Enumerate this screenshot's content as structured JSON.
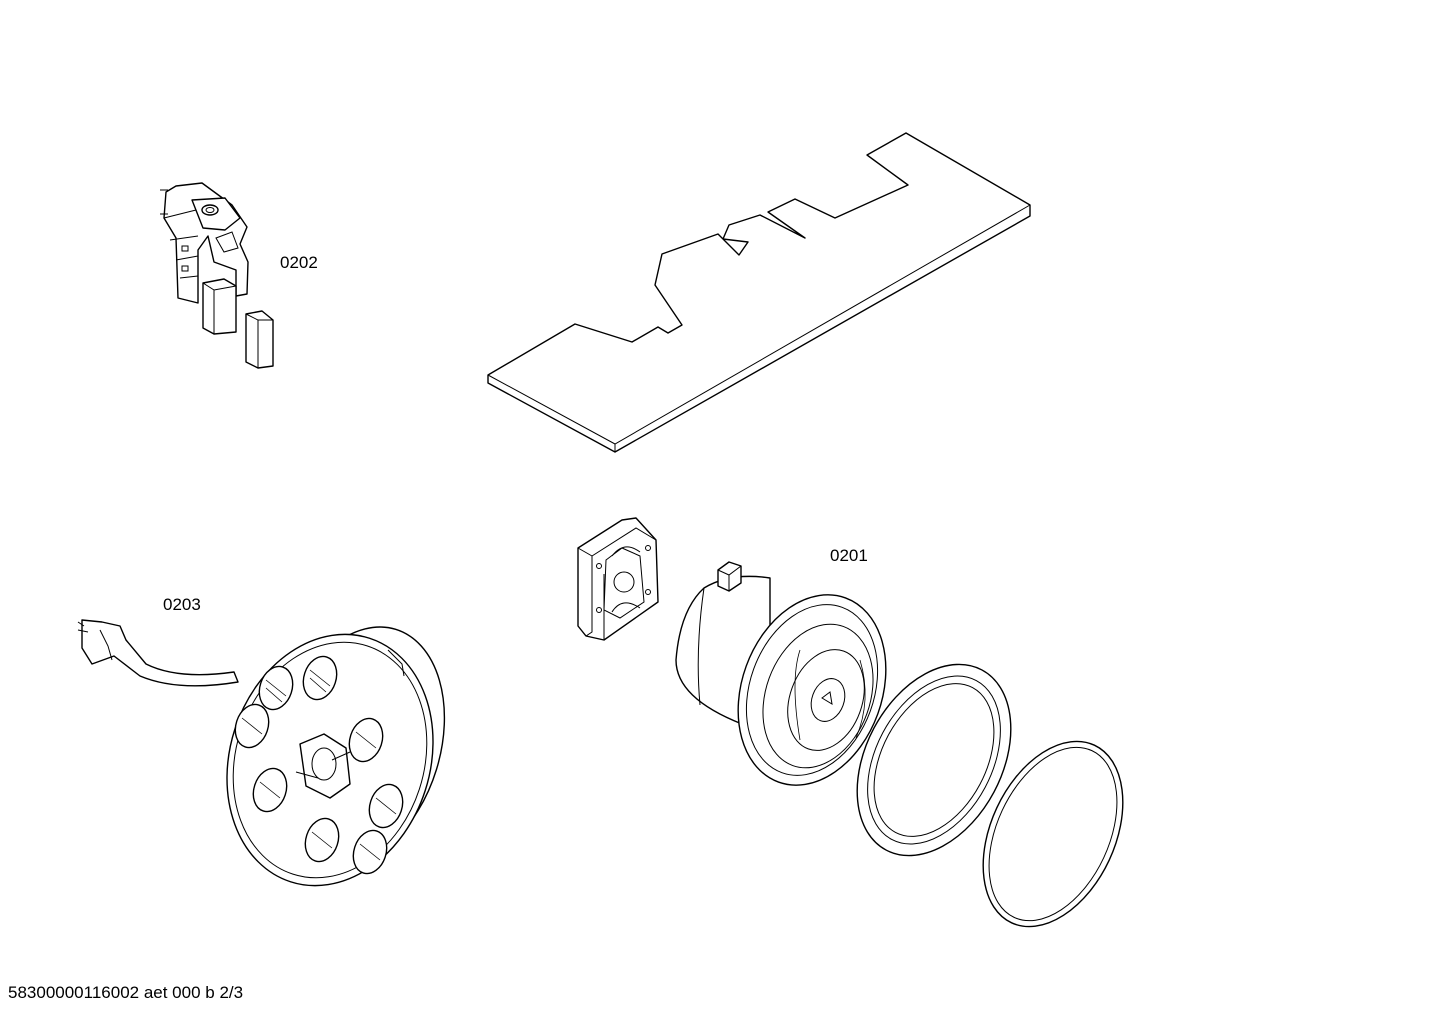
{
  "labels": {
    "part_0202": "0202",
    "part_0201": "0201",
    "part_0203": "0203"
  },
  "footer": "58300000116002 aet 000 b 2/3"
}
